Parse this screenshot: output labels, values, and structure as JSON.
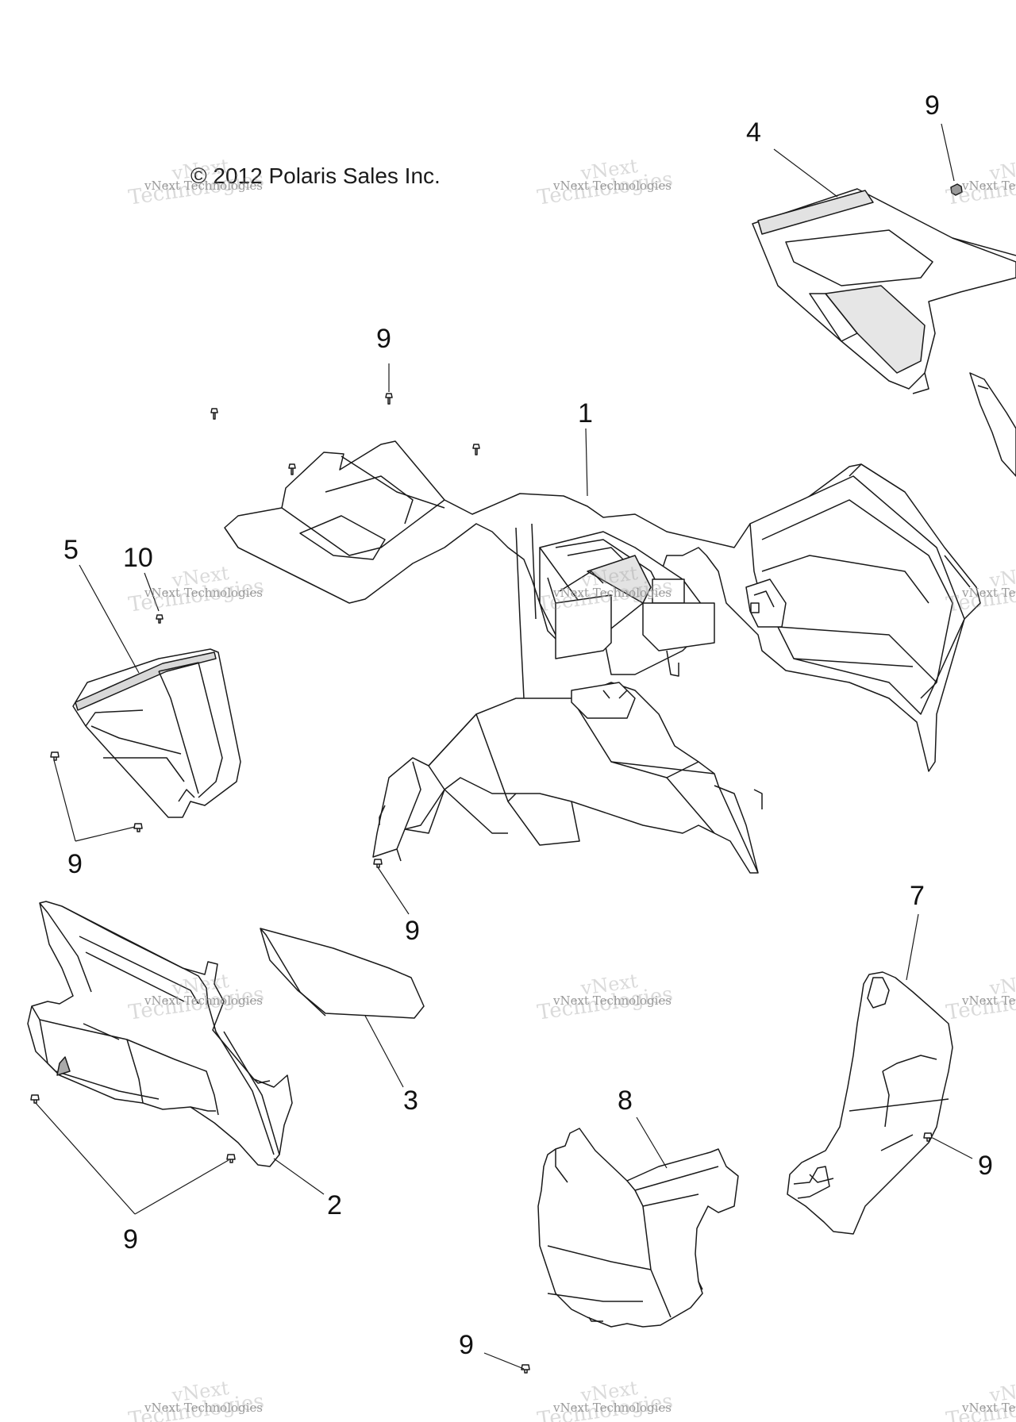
{
  "copyright": "© 2012 Polaris Sales Inc.",
  "watermark": {
    "line_small": "vNext Technologies",
    "line_top": "vNext",
    "line_big": "Technologies"
  },
  "callouts": [
    {
      "id": "c9a",
      "label": "9"
    },
    {
      "id": "c4",
      "label": "4"
    },
    {
      "id": "c9b",
      "label": "9"
    },
    {
      "id": "c1",
      "label": "1"
    },
    {
      "id": "c5",
      "label": "5"
    },
    {
      "id": "c10",
      "label": "10"
    },
    {
      "id": "c9c",
      "label": "9"
    },
    {
      "id": "c9d",
      "label": "9"
    },
    {
      "id": "c7",
      "label": "7"
    },
    {
      "id": "c3",
      "label": "3"
    },
    {
      "id": "c8",
      "label": "8"
    },
    {
      "id": "c2",
      "label": "2"
    },
    {
      "id": "c9e",
      "label": "9"
    },
    {
      "id": "c9f",
      "label": "9"
    },
    {
      "id": "c9g",
      "label": "9"
    }
  ],
  "colors": {
    "line": "#1a1a1a",
    "fill": "#ffffff",
    "shade": "#d9d9d9"
  }
}
